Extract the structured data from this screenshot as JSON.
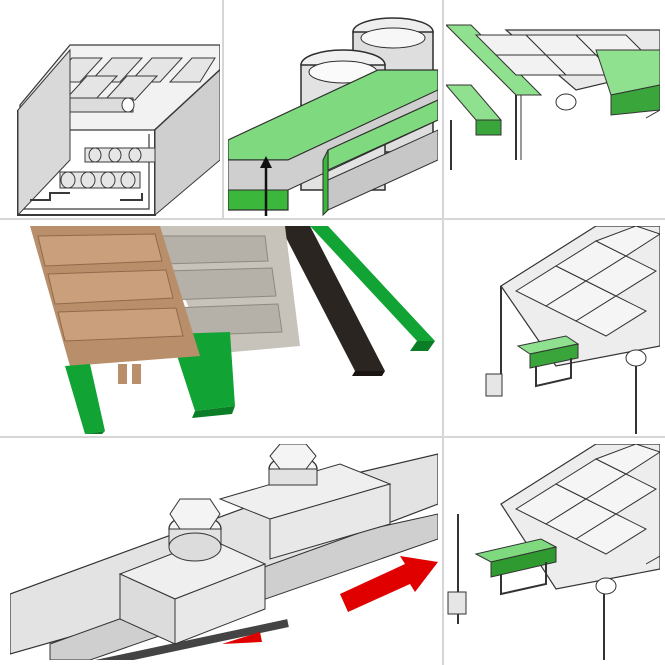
{
  "gallery": {
    "tiles": [
      {
        "name": "closed-steel-track-with-return-rollers",
        "palette": {
          "steel": "#e8e8e8",
          "line": "#3a3a3a",
          "shade": "#c9c9c9"
        }
      },
      {
        "name": "green-guide-rail-with-containers",
        "palette": {
          "rail": "#7fd97f",
          "railDark": "#3bb83b",
          "steel": "#dcdcdc",
          "line": "#2e2e2e",
          "arrow": "#111111"
        }
      },
      {
        "name": "chain-over-green-wear-strips",
        "palette": {
          "rail": "#8fe08f",
          "railDark": "#3aa53a",
          "steel": "#e9e9e9",
          "line": "#333333"
        }
      },
      {
        "name": "chain-materials-sample-photo",
        "palette": {
          "plastic": "#b98f6b",
          "plasticLight": "#caa07c",
          "metal": "#c7c3bb",
          "rubber": "#2b2522",
          "green": "#11a435",
          "greenDark": "#0b7d26"
        }
      },
      {
        "name": "chain-on-single-clip-support",
        "palette": {
          "steel": "#ededed",
          "line": "#333333",
          "clip": "#8fe08f",
          "clipDark": "#3aa53a"
        }
      },
      {
        "name": "bolted-clamp-with-direction-arrow",
        "palette": {
          "steel": "#e3e3e3",
          "line": "#333333",
          "arrow": "#e00000",
          "belt": "#444444"
        }
      },
      {
        "name": "chain-on-double-clip-support",
        "palette": {
          "steel": "#ededed",
          "line": "#333333",
          "clip": "#7fd97f",
          "clipDark": "#2f9a2f"
        }
      }
    ]
  }
}
